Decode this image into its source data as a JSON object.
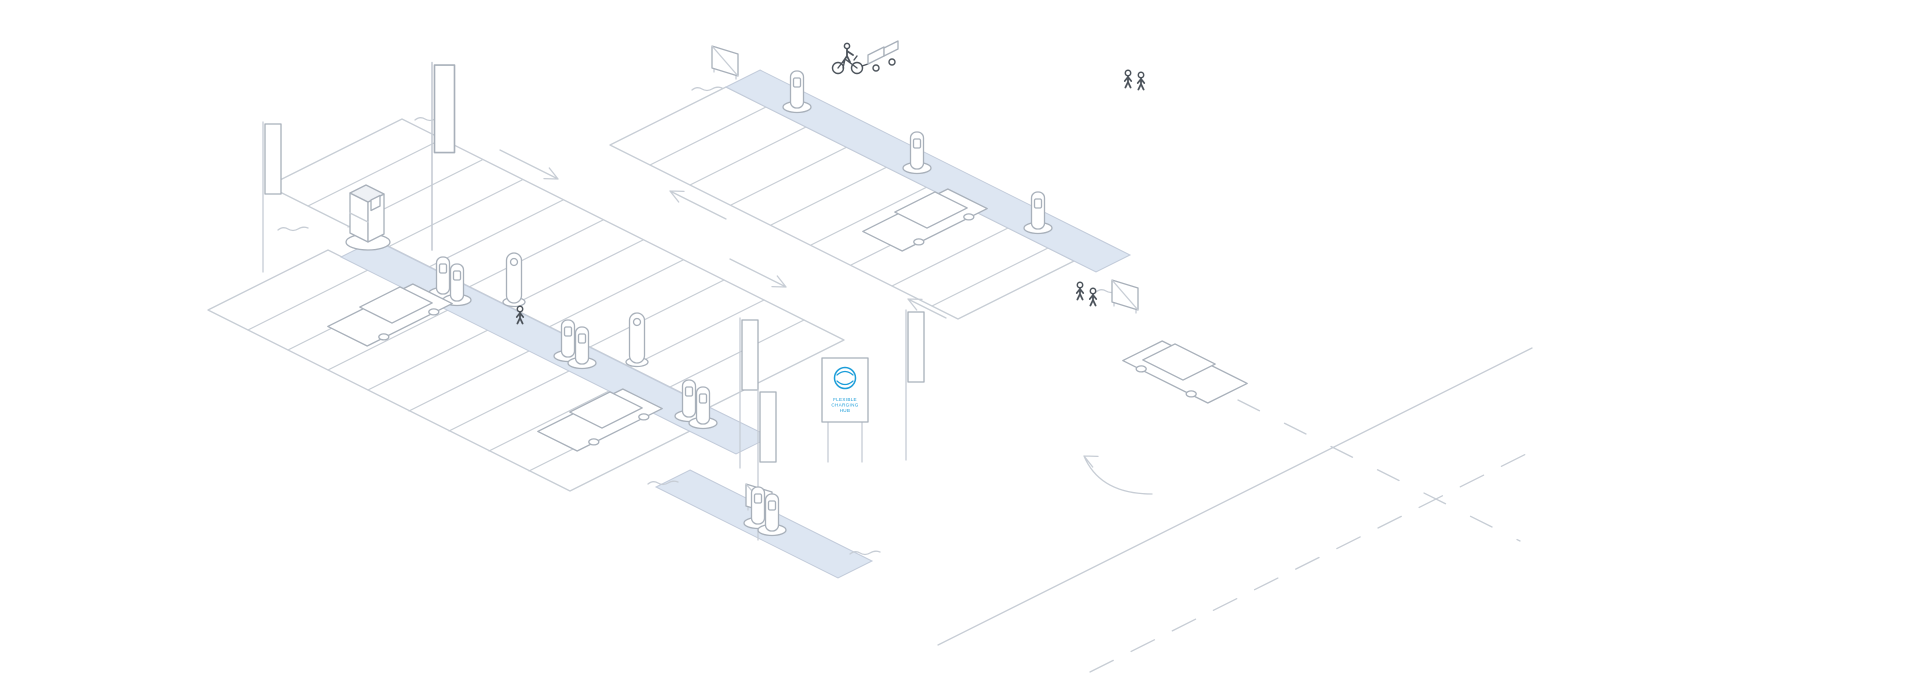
{
  "colors": {
    "line": "#c7cdd5",
    "line_mid": "#a8b0ba",
    "figure": "#4d545c",
    "walkway": "#dde6f2",
    "walkway_edge": "#c2cbda",
    "accent": "#1b9dd9",
    "surface": "#ffffff"
  },
  "hub_sign": {
    "lines": [
      "FLEXIBLE",
      "CHARGING",
      "HUB"
    ]
  }
}
